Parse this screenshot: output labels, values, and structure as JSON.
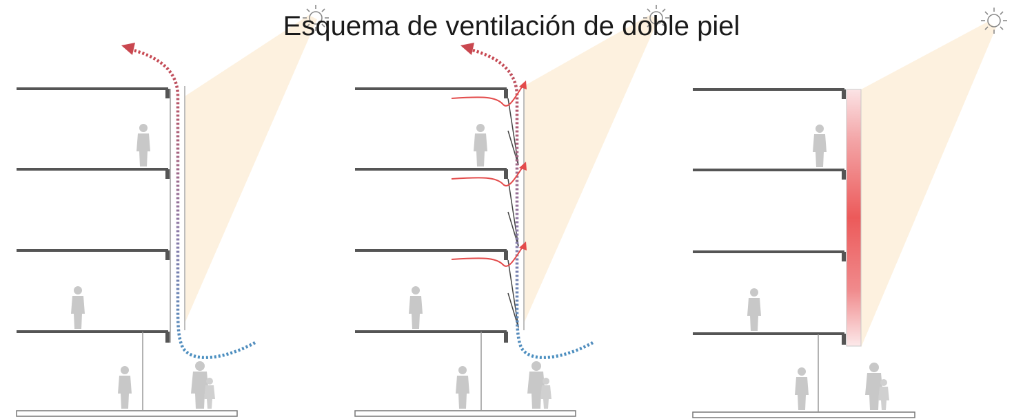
{
  "title": "Esquema de ventilación de doble piel",
  "panels": [
    {
      "id": "natural-ventilation",
      "label": ""
    },
    {
      "id": "mixed-ventilation",
      "label": ""
    },
    {
      "id": "closed-cavity",
      "label": ""
    }
  ],
  "colors": {
    "structure": "#555555",
    "glass": "#bdbdbd",
    "sun_ray": "#fdf1df",
    "warm_air": "#c9474f",
    "cool_air": "#4a8fc0",
    "interior_air": "#e34b4b",
    "heated_cavity": "#ec5a5a",
    "person": "#c8c8c8",
    "sun": "#8a8a8a"
  },
  "icons": [
    "sun-icon",
    "person-icon",
    "airflow-arrow-icon"
  ]
}
